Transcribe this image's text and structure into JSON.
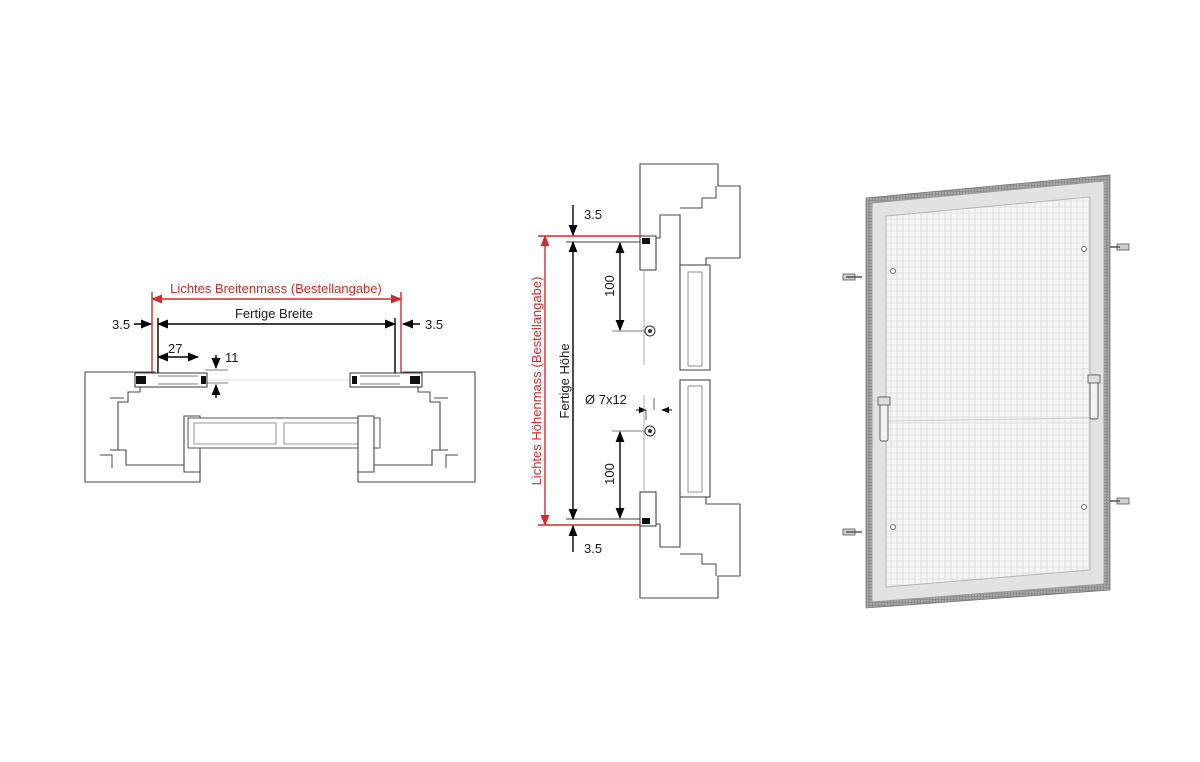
{
  "width_section": {
    "clear_width_label": "Lichtes Breitenmass (Bestellangabe)",
    "finished_width_label": "Fertige Breite",
    "left_gap": "3.5",
    "right_gap": "3.5",
    "profile_width": "27",
    "profile_height": "11"
  },
  "height_section": {
    "clear_height_label": "Lichtes Höhenmass (Bestellangabe)",
    "finished_height_label": "Fertige Höhe",
    "top_gap": "3.5",
    "bottom_gap": "3.5",
    "top_hinge_offset": "100",
    "bottom_hinge_offset": "100",
    "hole_size": "Ø 7x12"
  },
  "colors": {
    "dimension_red": "#d42a2a",
    "dimension_black": "#000000",
    "frame_grey": "#e2e2e2",
    "brush_grey": "#9a9a9a"
  },
  "screen_product": {
    "name": "insect-screen-door-frame"
  }
}
